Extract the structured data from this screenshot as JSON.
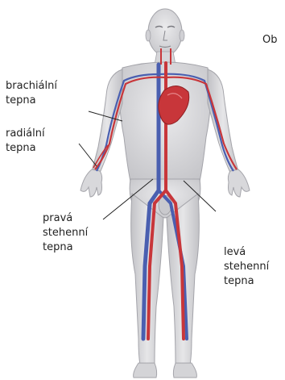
{
  "labels": {
    "corner": "Ob",
    "brachial": "brachiální\ntepna",
    "radial": "radiální\ntepna",
    "right_femoral": "pravá\nstehenní\ntepna",
    "left_femoral": "levá\nstehenní\ntepna"
  },
  "colors": {
    "artery": "#c8363a",
    "vein": "#4a5fb0",
    "skin": "#d9d9db",
    "skin_shadow": "#b9b9bd",
    "outline": "#9a9aa0",
    "leader": "#222222"
  }
}
